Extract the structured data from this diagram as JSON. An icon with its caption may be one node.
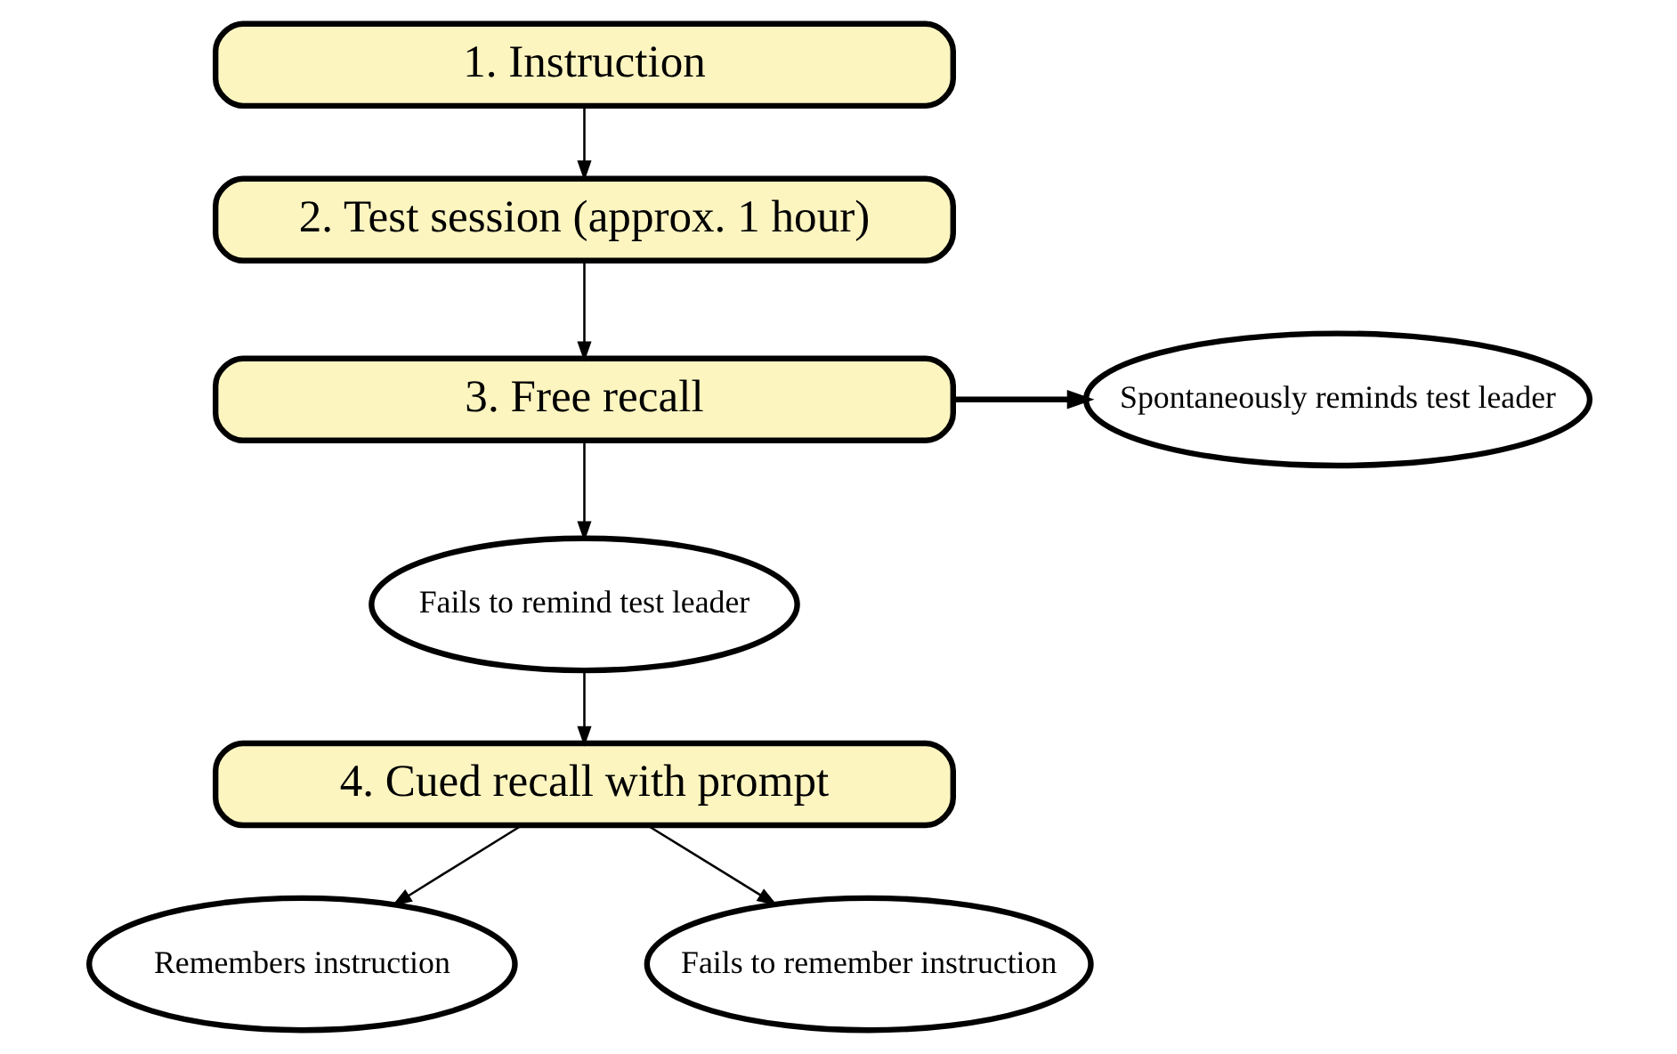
{
  "diagram": {
    "nodes": [
      {
        "text": [
          "1. Instruction"
        ]
      },
      {
        "text": [
          "2. Test session (approx. 1 hour)"
        ]
      },
      {
        "text": [
          "3. Free recall"
        ]
      },
      {
        "text": [
          "Spontaneously reminds test leader"
        ]
      },
      {
        "text": [
          "Fails to remind test leader"
        ]
      },
      {
        "text": [
          "4. Cued recall with prompt"
        ]
      },
      {
        "text": [
          "Remembers instruction"
        ]
      },
      {
        "text": [
          "Fails to remember instruction"
        ]
      }
    ],
    "edges": [
      {
        "from": 0,
        "to": 1,
        "arrow": "to"
      },
      {
        "from": 1,
        "to": 2,
        "arrow": "to"
      },
      {
        "from": 2,
        "to": 3,
        "arrow": "to",
        "style": "thick"
      },
      {
        "from": 2,
        "to": 4,
        "arrow": "to"
      },
      {
        "from": 4,
        "to": 5,
        "arrow": "to"
      },
      {
        "from": 5,
        "to": 6,
        "arrow": "to"
      },
      {
        "from": 5,
        "to": 7,
        "arrow": "to"
      }
    ]
  }
}
